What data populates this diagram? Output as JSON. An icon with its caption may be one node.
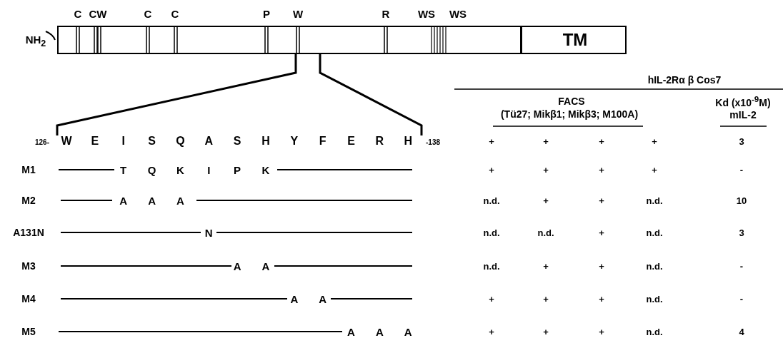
{
  "diagram": {
    "nodes": [
      {
        "text": [],
        "shape": "bar"
      },
      {
        "text": [
          "TM"
        ],
        "in": 0
      }
    ],
    "labels": [
      "C",
      "CW",
      "C",
      "C",
      "P",
      "W",
      "R",
      "WS",
      "WS",
      "NH$_{2}$",
      "hIL-2Rα β Cos7",
      "FACS",
      "(Tü27; Mikβ1; Mikβ3; M100A)",
      "Kd (x10$^{-9}$M)",
      "mIL-2",
      "126-",
      "W",
      "E",
      "I",
      "S",
      "Q",
      "A",
      "S",
      "H",
      "Y",
      "F",
      "E",
      "R",
      "H",
      "-138",
      "+",
      "+",
      "+",
      "+",
      "3",
      "M1",
      "T",
      "Q",
      "K",
      "I",
      "P",
      "K",
      "+",
      "+",
      "+",
      "+",
      "-",
      "M2",
      "A",
      "A",
      "A",
      "n.d.",
      "+",
      "+",
      "n.d.",
      "10",
      "A131N",
      "N",
      "n.d.",
      "n.d.",
      "+",
      "n.d.",
      "3",
      "M3",
      "A",
      "A",
      "n.d.",
      "+",
      "+",
      "n.d.",
      "-",
      "M4",
      "A",
      "A",
      "+",
      "+",
      "+",
      "n.d.",
      "-",
      "M5",
      "A",
      "A",
      "A",
      "+",
      "+",
      "+",
      "n.d.",
      "4"
    ]
  }
}
